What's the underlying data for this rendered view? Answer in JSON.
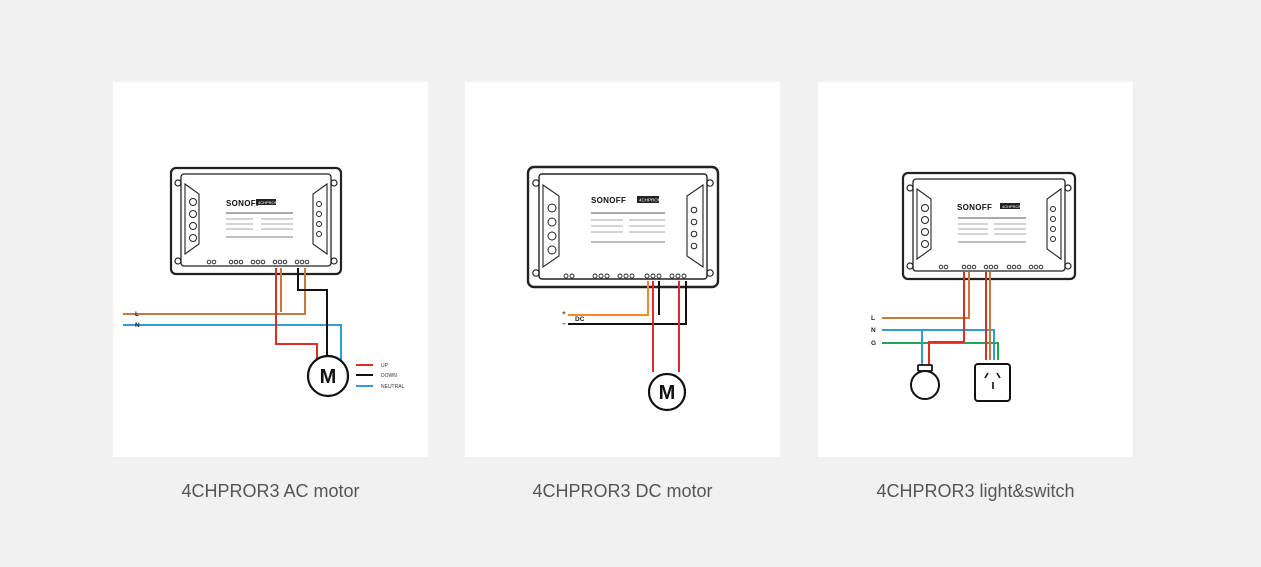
{
  "panels": [
    {
      "caption": "4CHPROR3 AC motor",
      "device": {
        "brand": "SONOFF",
        "badge": "4CHPROR3"
      },
      "wire_labels": [
        "L",
        "N"
      ],
      "motor_label": "M",
      "legend": [
        {
          "label": "UP",
          "color": "#e02b2b"
        },
        {
          "label": "DOWN",
          "color": "#111111"
        },
        {
          "label": "NEUTRAL",
          "color": "#2a9fe0"
        }
      ]
    },
    {
      "caption": "4CHPROR3 DC motor",
      "device": {
        "brand": "SONOFF",
        "badge": "4CHPROR3"
      },
      "wire_labels": [
        "+",
        "−"
      ],
      "source_label": "DC",
      "motor_label": "M"
    },
    {
      "caption": "4CHPROR3 light&switch",
      "device": {
        "brand": "SONOFF",
        "badge": "4CHPROR3"
      },
      "wire_labels": [
        "L",
        "N",
        "G"
      ]
    }
  ],
  "colors": {
    "live": "#c8783a",
    "neutral": "#2a9fe0",
    "ground": "#22a84a",
    "load": "#e02b2b",
    "black": "#111111",
    "dc_positive": "#f08c28"
  }
}
